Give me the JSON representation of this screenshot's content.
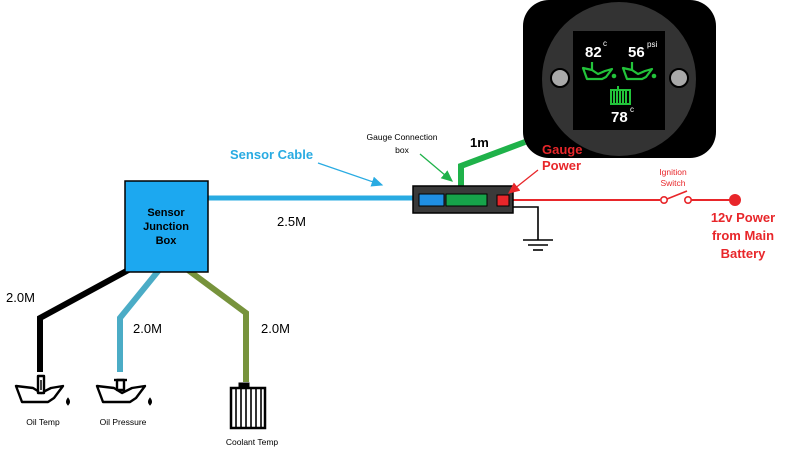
{
  "colors": {
    "sensor_cable": "#29abe2",
    "black_wire": "#000000",
    "oil_pressure_wire": "#4bacc6",
    "coolant_wire": "#77933c",
    "gauge_wire": "#1fb24a",
    "power_wire": "#e8262a",
    "gauge_green": "#22c33a"
  },
  "gauge": {
    "oil_temp_value": "82",
    "oil_temp_unit": "c",
    "oil_pressure_value": "56",
    "oil_pressure_unit": "psi",
    "coolant_value": "78",
    "coolant_unit": "c"
  },
  "labels": {
    "sensor_cable": "Sensor Cable",
    "gauge_connection_line1": "Gauge Connection",
    "gauge_connection_line2": "box",
    "gauge_link_length": "1m",
    "gauge_power_line1": "Gauge",
    "gauge_power_line2": "Power",
    "ignition_line1": "Ignition",
    "ignition_line2": "Switch",
    "battery_line1": "12v Power",
    "battery_line2": "from Main",
    "battery_line3": "Battery",
    "sensor_cable_length": "2.5M",
    "junction_line1": "Sensor",
    "junction_line2": "Junction",
    "junction_line3": "Box",
    "oil_temp_length": "2.0M",
    "oil_pressure_length": "2.0M",
    "coolant_length": "2.0M",
    "oil_temp": "Oil Temp",
    "oil_pressure": "Oil Pressure",
    "coolant_temp": "Coolant Temp"
  }
}
